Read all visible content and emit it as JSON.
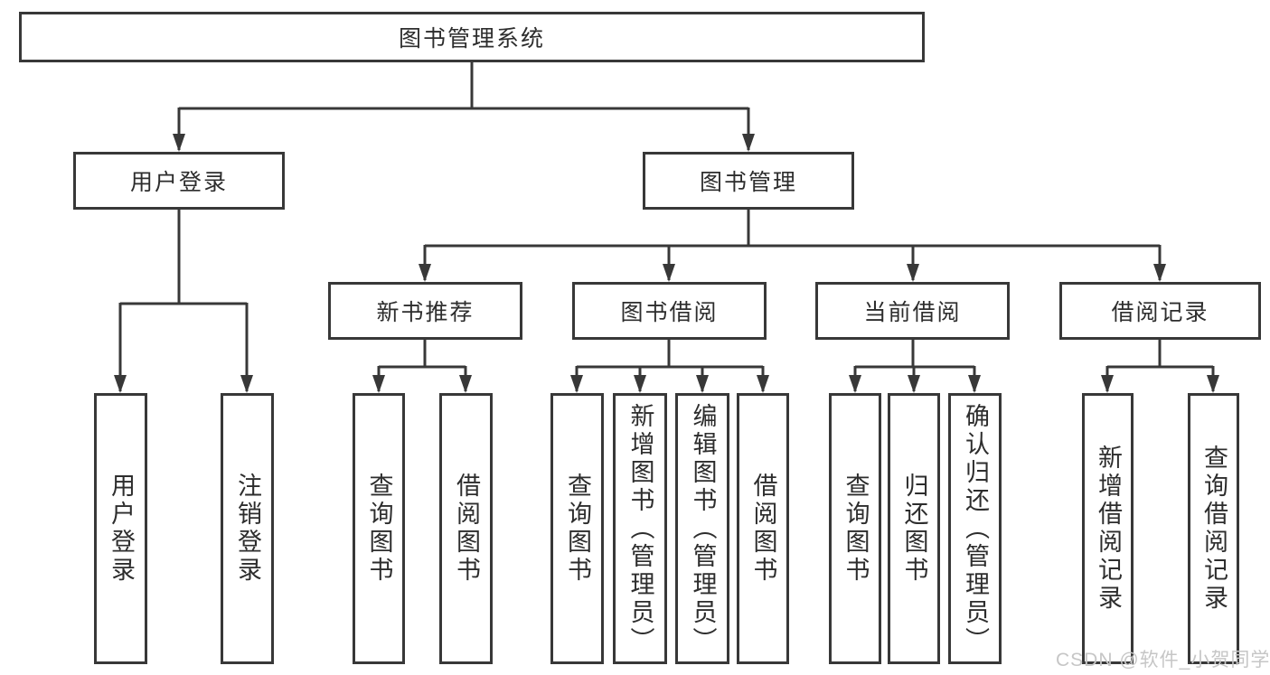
{
  "colors": {
    "line": "#383838",
    "box_border": "#383838",
    "text": "#2d2d2d",
    "watermark": "#c6c6c6",
    "background": "#ffffff"
  },
  "tree": {
    "label": "图书管理系统",
    "children": [
      {
        "label": "用户登录",
        "children": [
          {
            "label": "用户登录"
          },
          {
            "label": "注销登录"
          }
        ]
      },
      {
        "label": "图书管理",
        "children": [
          {
            "label": "新书推荐",
            "children": [
              {
                "label": "查询图书"
              },
              {
                "label": "借阅图书"
              }
            ]
          },
          {
            "label": "图书借阅",
            "children": [
              {
                "label": "查询图书"
              },
              {
                "label": "新增图书（管理员）"
              },
              {
                "label": "编辑图书（管理员）"
              },
              {
                "label": "借阅图书"
              }
            ]
          },
          {
            "label": "当前借阅",
            "children": [
              {
                "label": "查询图书"
              },
              {
                "label": "归还图书"
              },
              {
                "label": "确认归还（管理员）"
              }
            ]
          },
          {
            "label": "借阅记录",
            "children": [
              {
                "label": "新增借阅记录"
              },
              {
                "label": "查询借阅记录"
              }
            ]
          }
        ]
      }
    ]
  },
  "watermark": "CSDN @软件_小贺同学"
}
